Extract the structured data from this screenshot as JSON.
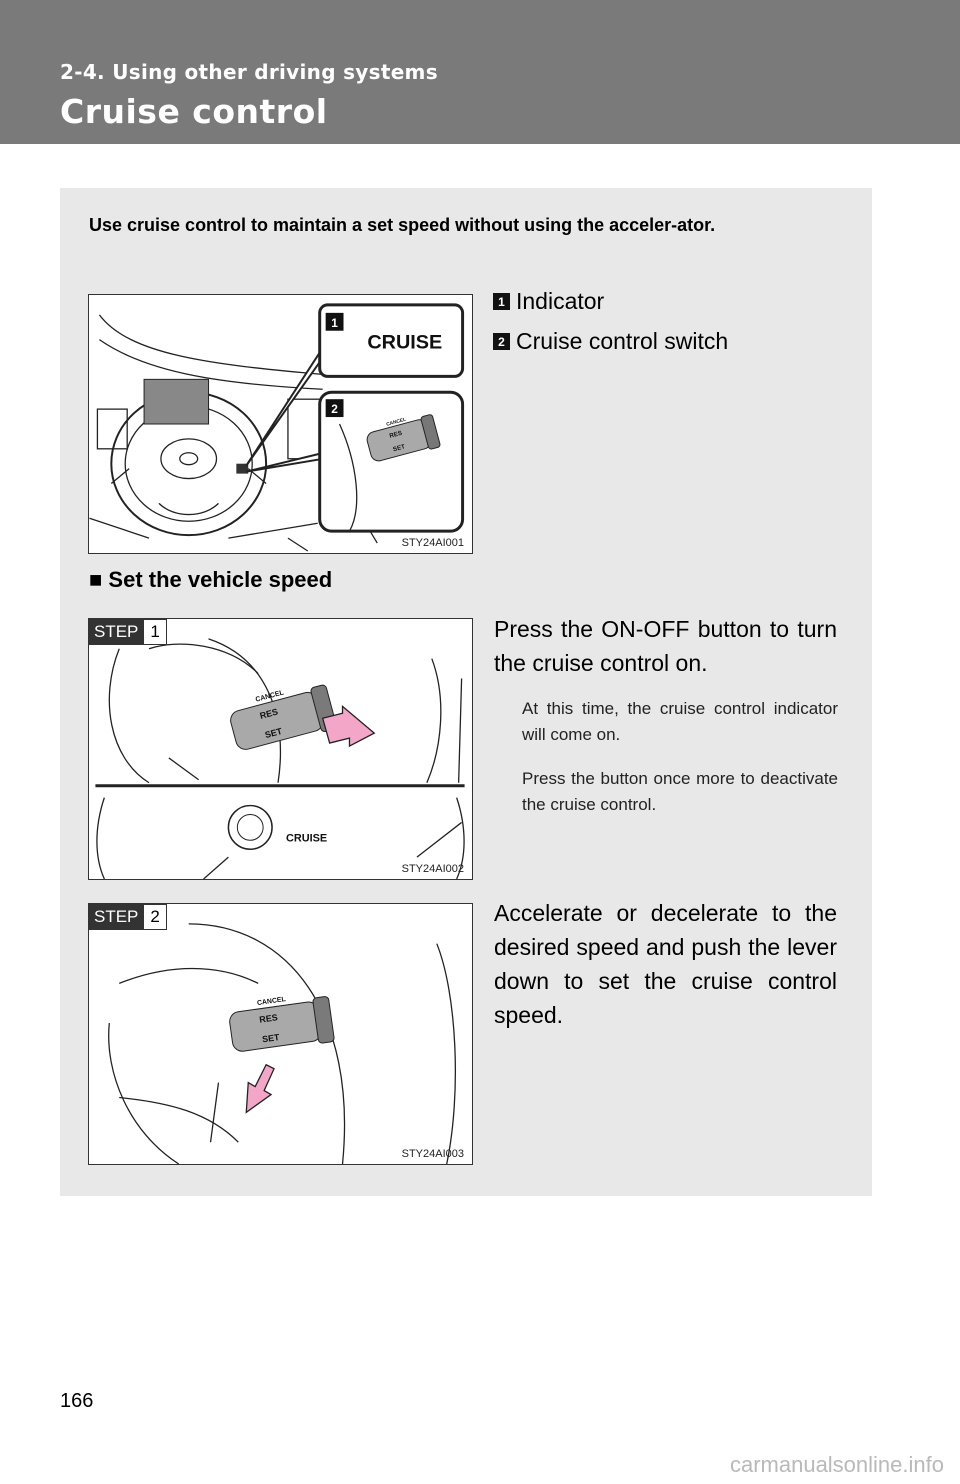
{
  "header": {
    "section": "2-4. Using other driving systems",
    "title": "Cruise control"
  },
  "intro": "Use cruise control to maintain a set speed without using the acceler-ator.",
  "figure1": {
    "code": "STY24AI001",
    "callout_label": "CRUISE",
    "callout1": "1",
    "callout2": "2",
    "legend": [
      {
        "num": "1",
        "label": "Indicator"
      },
      {
        "num": "2",
        "label": "Cruise control switch"
      }
    ]
  },
  "subsection": {
    "marker": "■",
    "title": "Set the vehicle speed"
  },
  "steps": [
    {
      "badge_label": "STEP",
      "badge_num": "1",
      "figure_code": "STY24AI002",
      "indicator_label": "CRUISE",
      "text": "Press the ON-OFF button to turn the cruise control on.",
      "notes": [
        "At this time, the cruise control indicator will come on.",
        "Press the button once more to deactivate the cruise control."
      ]
    },
    {
      "badge_label": "STEP",
      "badge_num": "2",
      "figure_code": "STY24AI003",
      "text": "Accelerate or decelerate to the desired speed and push the lever down to set the cruise control speed."
    }
  ],
  "lever_labels": {
    "cancel": "CANCEL",
    "res": "RES",
    "set": "SET"
  },
  "page_number": "166",
  "watermark": "carmanualsonline.info"
}
